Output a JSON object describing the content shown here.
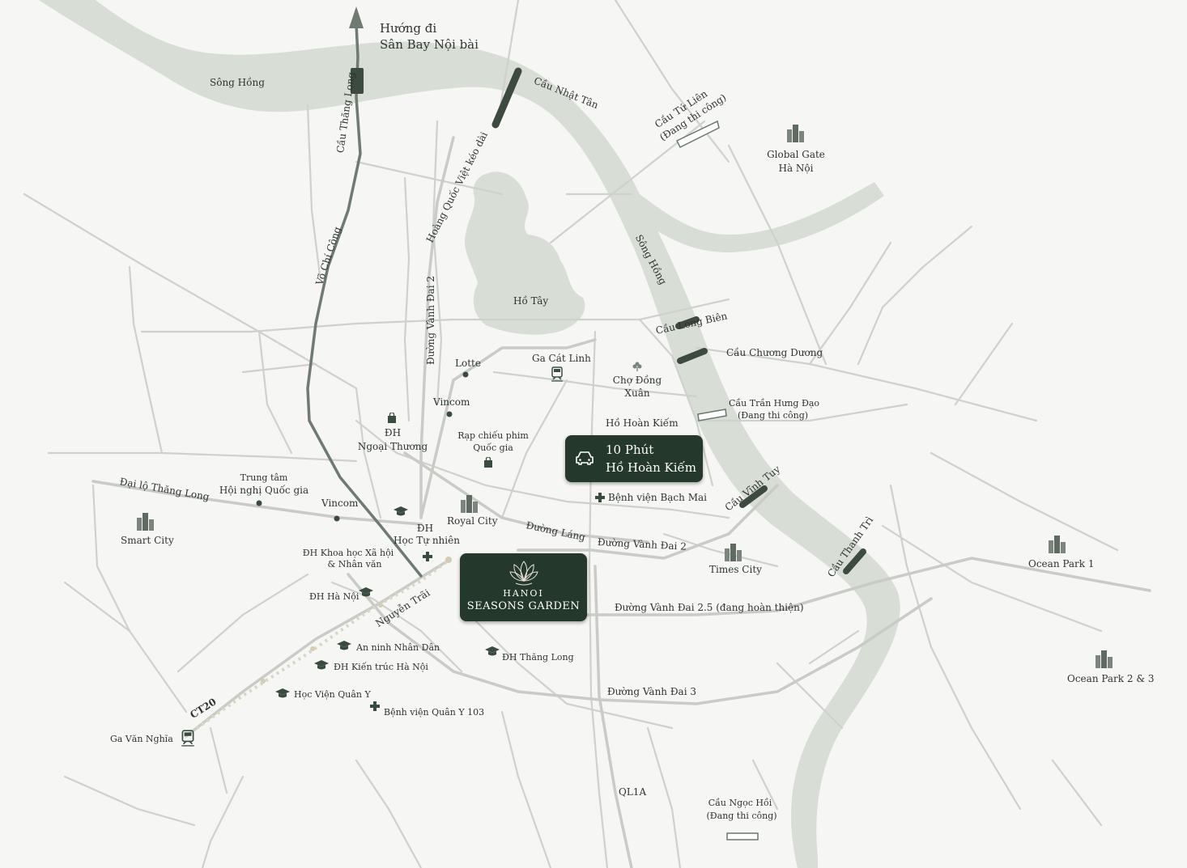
{
  "colors": {
    "background": "#f6f6f4",
    "river": "#d8ddd6",
    "road": "#cfd1cd",
    "highway": "#6f7a72",
    "callout": "#25382c",
    "text": "#2f3530",
    "icon": "#3a4b40",
    "bridge": "#3c4a40"
  },
  "airport": {
    "line1": "Hướng đi",
    "line2": "Sân Bay Nội bài"
  },
  "rivers": {
    "song_hong_1": "Sông Hồng",
    "song_hong_2": "Sông Hồng",
    "ho_tay": "Hồ Tây"
  },
  "roads": {
    "vo_chi_cong": "Võ Chí Công",
    "hoang_quoc_viet": "Hoàng Quốc Việt kéo dài",
    "vanh_dai_2_vertical": "Đường Vành Đai 2",
    "dai_lo_thang_long": "Đại lộ Thăng Long",
    "duong_lang": "Đường Láng",
    "vanh_dai_2": "Đường Vành Đai 2",
    "vanh_dai_25": "Đường Vành Đai 2.5 (đang hoàn thiện)",
    "vanh_dai_3": "Đường Vành Đai 3",
    "nguyen_trai": "Nguyễn Trãi",
    "ct20": "CT20",
    "ql1a": "QL1A"
  },
  "bridges": {
    "thang_long": "Cầu Thăng Long",
    "nhat_tan": "Cầu Nhật Tân",
    "tu_lien": {
      "line1": "Cầu Tứ Liên",
      "line2": "(Đang thi công)"
    },
    "long_bien": "Cầu Long Biên",
    "chuong_duong": "Cầu Chương Dương",
    "tran_hung_dao": {
      "line1": "Cầu Trần Hưng Đạo",
      "line2": "(Đang thi công)"
    },
    "vinh_tuy": "Cầu Vĩnh Tuy",
    "thanh_tri": "Cầu Thanh Trì",
    "ngoc_hoi": {
      "line1": "Cầu Ngọc Hồi",
      "line2": "(Đang thi công)"
    }
  },
  "places": {
    "global_gate": {
      "line1": "Global Gate",
      "line2": "Hà Nội"
    },
    "lotte": "Lotte",
    "ga_cat_linh": "Ga Cát Linh",
    "cho_dong_xuan": {
      "line1": "Chợ Đồng",
      "line2": "Xuân"
    },
    "ho_hoan_kiem": "Hồ Hoàn Kiếm",
    "vincom_1": "Vincom",
    "dh_ngoai_thuong": {
      "line1": "ĐH",
      "line2": "Ngoại Thương"
    },
    "rap_chieu_phim": {
      "line1": "Rạp chiếu phim",
      "line2": "Quốc gia"
    },
    "trung_tam_hoi_nghi": {
      "line1": "Trung tâm",
      "line2": "Hội nghị Quốc gia"
    },
    "vincom_2": "Vincom",
    "royal_city": "Royal City",
    "smart_city": "Smart City",
    "benh_vien_bach_mai": "Bệnh viện Bạch Mai",
    "dh_hoc_tu_nhien": {
      "line1": "ĐH",
      "line2": "Học Tự nhiên"
    },
    "dh_khxh": {
      "line1": "ĐH Khoa học Xã hội",
      "line2": "& Nhân văn"
    },
    "dh_ha_noi": "ĐH Hà Nội",
    "times_city": "Times City",
    "ocean_park_1": "Ocean Park 1",
    "ocean_park_23": "Ocean Park 2 & 3",
    "an_ninh_nhan_dan": "An ninh Nhân Dân",
    "dh_kien_truc": "ĐH Kiến trúc Hà Nội",
    "dh_thang_long": "ĐH Thăng Long",
    "hoc_vien_quan_y": "Học Viện Quân Y",
    "benh_vien_quan_y": "Bệnh viện Quân Y 103",
    "ga_van_nghia": "Ga Văn Nghĩa"
  },
  "callout_drive": {
    "line1": "10 Phút",
    "line2": "Hồ Hoàn Kiếm",
    "icon": "car-icon"
  },
  "callout_project": {
    "line1": "HANOI",
    "line2": "SEASONS GARDEN",
    "icon": "lotus-icon"
  }
}
